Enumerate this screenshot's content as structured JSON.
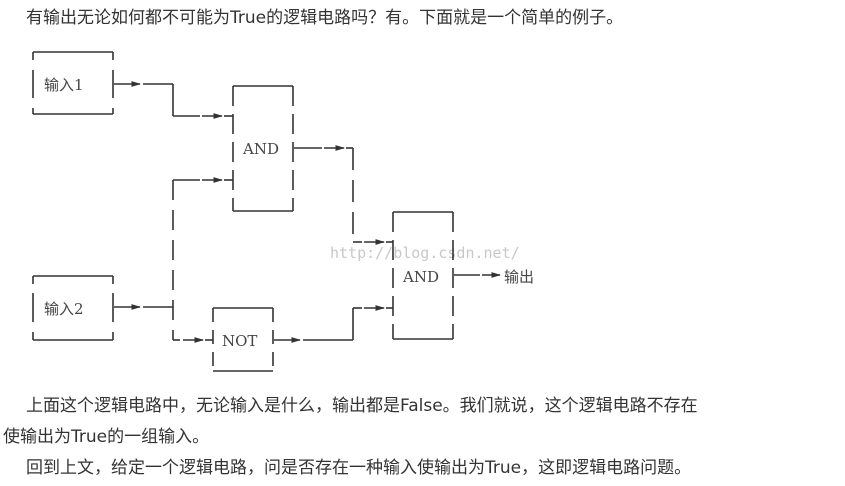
{
  "text": {
    "intro": "有输出无论如何都不可能为True的逻辑电路吗？有。下面就是一个简单的例子。",
    "para2_line1": "上面这个逻辑电路中，无论输入是什么，输出都是False。我们就说，这个逻辑电路不存在",
    "para2_line2": "使输出为True的一组输入。",
    "para3": "回到上文，给定一个逻辑电路，问是否存在一种输入使输出为True，这即逻辑电路问题。"
  },
  "diagram": {
    "input1": "输入1",
    "input2": "输入2",
    "gate_and_1": "AND",
    "gate_not": "NOT",
    "gate_and_2": "AND",
    "output": "输出",
    "watermark": "http://blog.csdn.net/"
  }
}
